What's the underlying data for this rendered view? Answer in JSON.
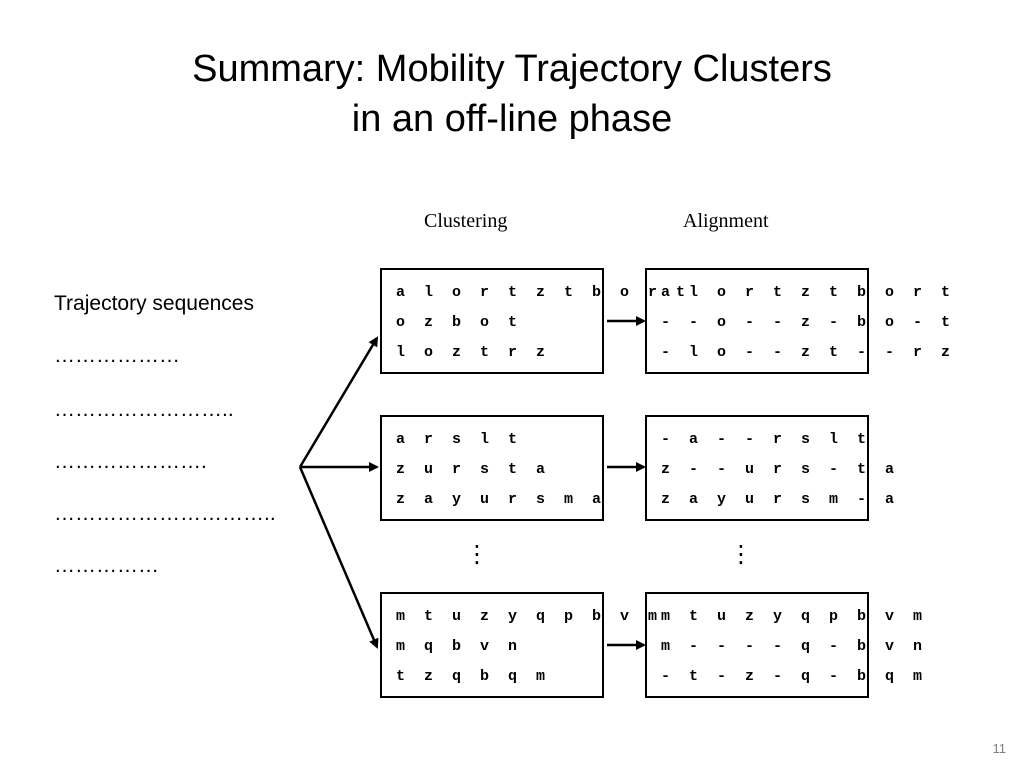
{
  "title": {
    "line1": "Summary: Mobility Trajectory Clusters",
    "line2": "in an off-line phase"
  },
  "left": {
    "heading": "Trajectory sequences",
    "dots": [
      "………………",
      "……………………..",
      "………………….",
      "…………………………..",
      "……………"
    ]
  },
  "headers": {
    "clustering": "Clustering",
    "alignment": "Alignment"
  },
  "clusters": [
    {
      "clustering": [
        "a l o r t z t b o r t",
        "o z b o t",
        "l o z t r z"
      ],
      "alignment": [
        "a l o r t z t b o r t",
        "- - o - - z - b o - t",
        "- l o - - z t - - r z"
      ]
    },
    {
      "clustering": [
        "a r s l t",
        "z u r s t a",
        "z a y u r s m a"
      ],
      "alignment": [
        "- a - - r s l t",
        "z - - u r s - t a",
        "z a y u r s m - a"
      ]
    },
    {
      "clustering": [
        "m t u z y q p b v m",
        "m q b v n",
        "t z q b q m"
      ],
      "alignment": [
        "m t u z y q p b v m",
        "m - - - - q - b v n",
        "- t - z - q - b q m"
      ]
    }
  ],
  "ellipsis": "⋮",
  "page_number": "11"
}
